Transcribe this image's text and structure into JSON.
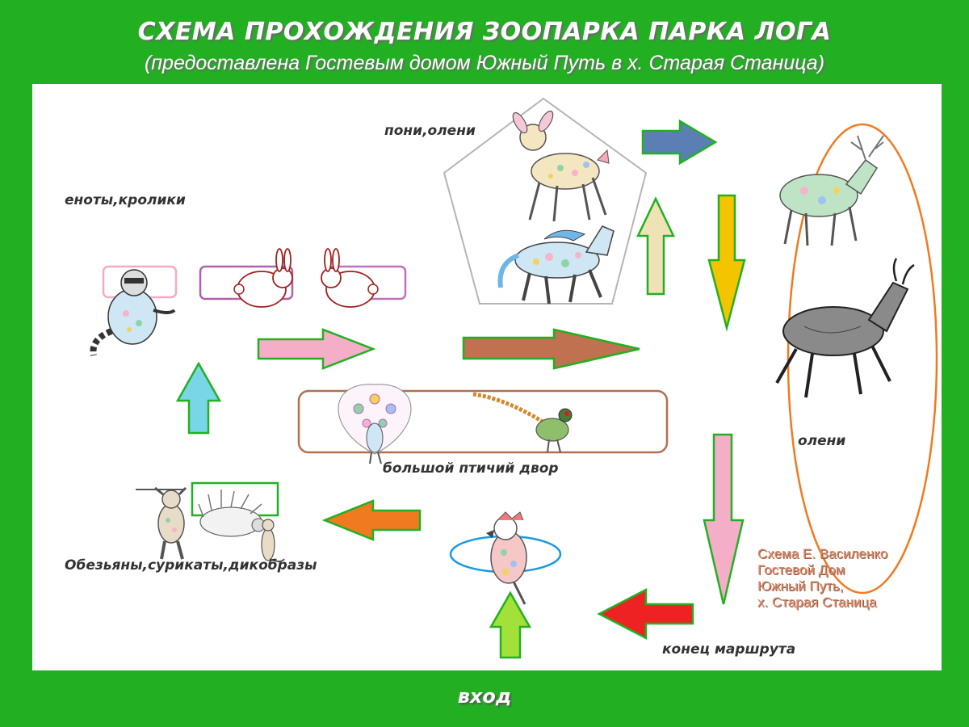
{
  "header": {
    "title": "СХЕМА ПРОХОЖДЕНИЯ ЗООПАРКА ПАРКА ЛОГА",
    "subtitle": "(предоставлена Гостевым домом Южный Путь в х. Старая Станица)"
  },
  "zones": {
    "pony_deer": "пони,олени",
    "raccoons_rabbits": "еноты,кролики",
    "deer": "олени",
    "bird_yard": "большой птичий двор",
    "monkeys": "Обезьяны,сурикаты,дикобразы",
    "route_end": "конец маршрута",
    "entrance": "вход"
  },
  "credit": {
    "line1": "Схема Е. Василенко",
    "line2": "Гостевой Дом",
    "line3": "Южный Путь,",
    "line4": "х. Старая Станица"
  },
  "icons": [
    "fawn-icon",
    "pony-icon",
    "stag-icon",
    "antelope-icon",
    "raccoon-icon",
    "rabbit-icon",
    "peacock-icon",
    "pheasant-icon",
    "parrot-icon",
    "monkey-icon",
    "porcupine-icon",
    "meerkat-icon"
  ],
  "colors": {
    "background": "#22b022",
    "panel": "#ffffff",
    "arrow_border": "#22b022",
    "arrow_blue": "#5b7fb5",
    "arrow_yellow": "#f5c400",
    "arrow_cream": "#efe3b5",
    "arrow_pink": "#f5aec8",
    "arrow_brown": "#c0714f",
    "arrow_cyan": "#79d6e6",
    "arrow_orange": "#f07a20",
    "arrow_red": "#ee2222",
    "arrow_lime": "#a2e03a",
    "deer_enclosure": "#f07a20",
    "bird_yard": "#b07050",
    "parrot_enclosure": "#1a9be0"
  }
}
